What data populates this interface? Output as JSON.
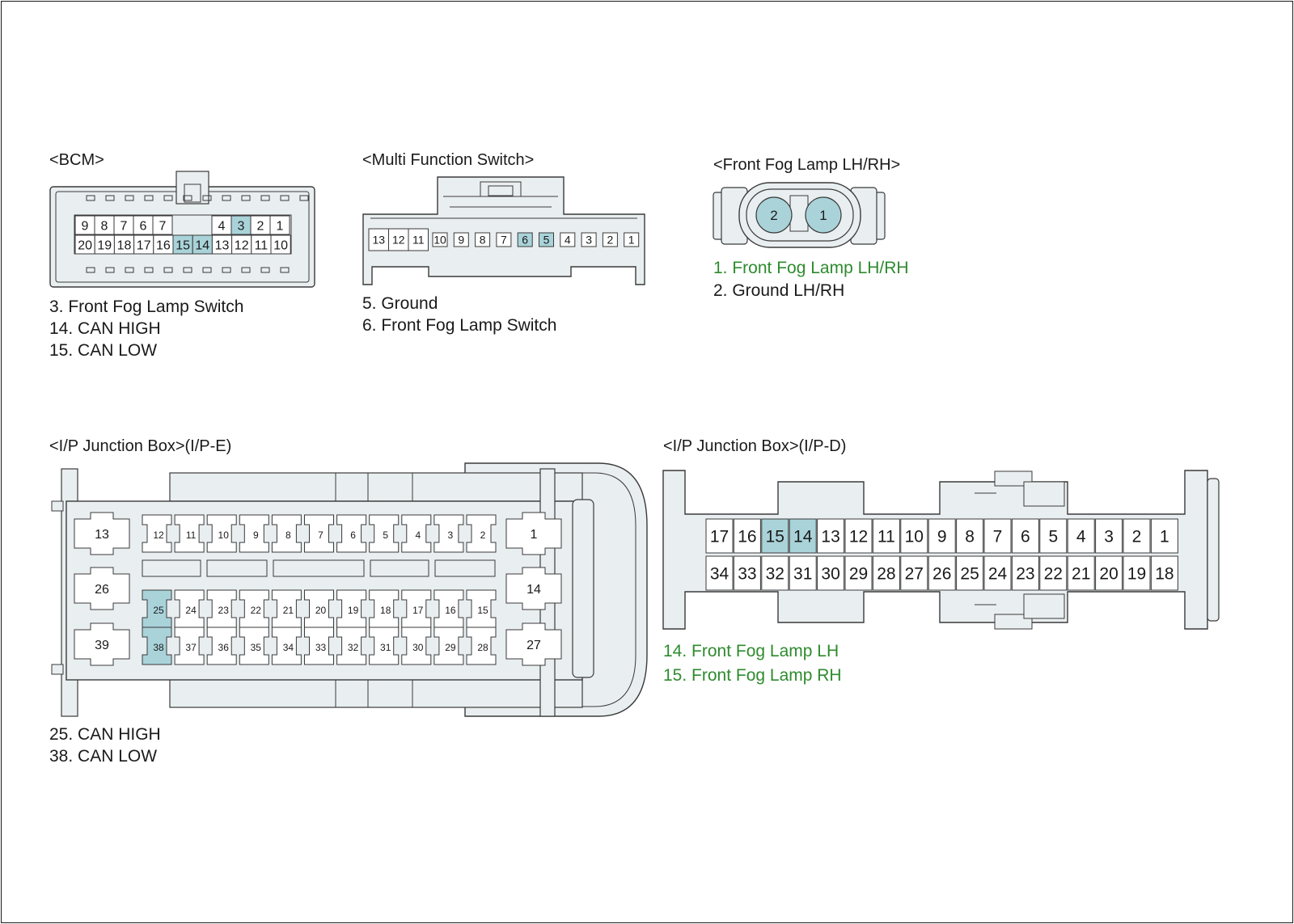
{
  "colors": {
    "housing": "#e9eef0",
    "outline": "#3a3a3a",
    "highlight": "#a9d3d9",
    "pin": "#ffffff",
    "green_text": "#2e8b2e"
  },
  "bcm": {
    "title": "<BCM>",
    "top_row": [
      "9",
      "8",
      "7",
      "6",
      "7",
      "4",
      "3",
      "2",
      "1"
    ],
    "bottom_row": [
      "20",
      "19",
      "18",
      "17",
      "16",
      "15",
      "14",
      "13",
      "12",
      "11",
      "10"
    ],
    "highlighted": [
      "3",
      "15",
      "14"
    ],
    "legend": [
      "3. Front Fog Lamp Switch",
      "14. CAN HIGH",
      "15. CAN LOW"
    ]
  },
  "mfs": {
    "title": "<Multi Function Switch>",
    "pins": [
      "13",
      "12",
      "11",
      "10",
      "9",
      "8",
      "7",
      "6",
      "5",
      "4",
      "3",
      "2",
      "1"
    ],
    "highlighted": [
      "6",
      "5"
    ],
    "legend": [
      "5. Ground",
      "6. Front Fog Lamp Switch"
    ]
  },
  "fog": {
    "title": "<Front Fog Lamp LH/RH>",
    "pins": [
      "2",
      "1"
    ],
    "legend_green": [
      "1. Front Fog Lamp LH/RH"
    ],
    "legend": [
      "2. Ground LH/RH"
    ]
  },
  "ipe": {
    "title": "<I/P Junction Box>(I/P-E)",
    "row1": [
      "12",
      "11",
      "10",
      "9",
      "8",
      "7",
      "6",
      "5",
      "4",
      "3",
      "2"
    ],
    "row2": [
      "25",
      "24",
      "23",
      "22",
      "21",
      "20",
      "19",
      "18",
      "17",
      "16",
      "15"
    ],
    "row3": [
      "38",
      "37",
      "36",
      "35",
      "34",
      "33",
      "32",
      "31",
      "30",
      "29",
      "28"
    ],
    "big_left": [
      "13",
      "26",
      "39"
    ],
    "big_right": [
      "1",
      "14",
      "27"
    ],
    "highlighted": [
      "25",
      "38"
    ],
    "legend": [
      "25. CAN HIGH",
      "38. CAN LOW"
    ]
  },
  "ipd": {
    "title": "<I/P Junction Box>(I/P-D)",
    "row1": [
      "17",
      "16",
      "15",
      "14",
      "13",
      "12",
      "11",
      "10",
      "9",
      "8",
      "7",
      "6",
      "5",
      "4",
      "3",
      "2",
      "1"
    ],
    "row2": [
      "34",
      "33",
      "32",
      "31",
      "30",
      "29",
      "28",
      "27",
      "26",
      "25",
      "24",
      "23",
      "22",
      "21",
      "20",
      "19",
      "18"
    ],
    "highlighted": [
      "15",
      "14"
    ],
    "legend_green": [
      "14. Front Fog Lamp LH",
      "15. Front Fog Lamp RH"
    ]
  }
}
